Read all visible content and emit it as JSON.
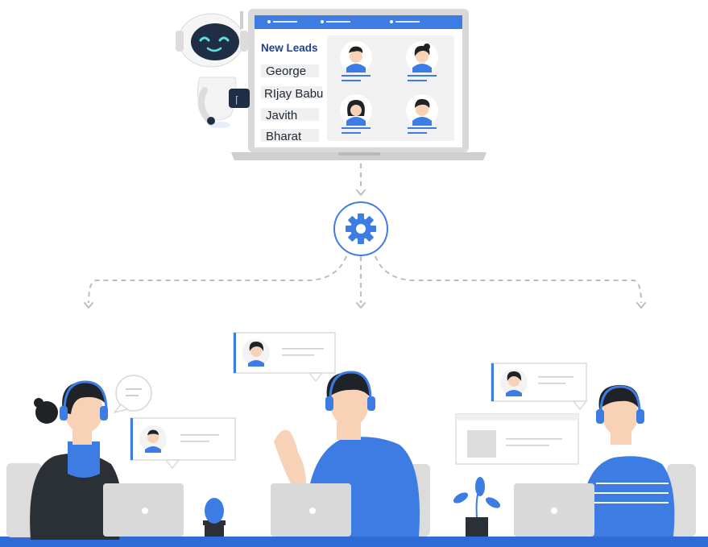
{
  "colors": {
    "brand_blue": "#3d7de3",
    "dark_blue": "#20418f",
    "laptop_gray": "#d9d9d9",
    "screen_panel": "#f1f1f1",
    "hair": "#1f2328",
    "skin": "#f7d2b6",
    "ground": "#2f6bd6"
  },
  "screen": {
    "title": "New Leads",
    "leads": [
      {
        "name": "George"
      },
      {
        "name": "RIjay Babu"
      },
      {
        "name": "Javith"
      },
      {
        "name": "Bharat"
      }
    ]
  },
  "icons": [
    "robot-icon",
    "gear-icon",
    "laptop-icon",
    "headset-icon",
    "cactus-icon",
    "plant-icon",
    "chat-bubble-icon"
  ]
}
